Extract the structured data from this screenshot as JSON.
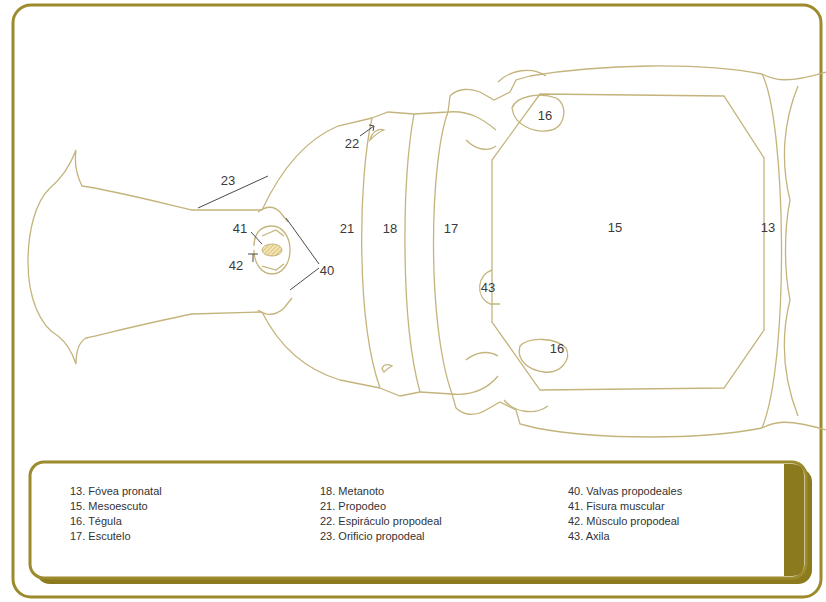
{
  "diagram": {
    "nodes": [
      {
        "text": [
          "13. Fóvea pronatal",
          "15. Mesoescuto",
          "16. Tégula",
          "17. Escutelo",
          "18. Metanoto",
          "21. Propodeo",
          "22. Espiráculo propodeal",
          "23. Orificio propodeal",
          "40. Valvas propodeales",
          "41. Fisura muscular",
          "42. Mùsculo propodeal",
          "43. Axila"
        ]
      }
    ],
    "labels": [
      "22",
      "23",
      "41",
      "21",
      "18",
      "17",
      "15",
      "13",
      "16",
      "16",
      "43",
      "40",
      "42"
    ]
  }
}
